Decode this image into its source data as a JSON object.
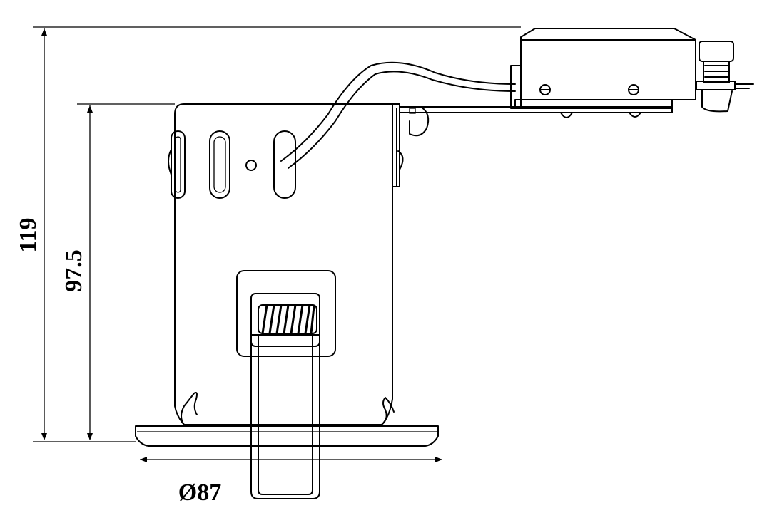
{
  "dimensions": {
    "overall_height": "119",
    "body_height": "97.5",
    "diameter": "Ø87"
  },
  "colors": {
    "line": "#000000",
    "background": "#ffffff"
  }
}
